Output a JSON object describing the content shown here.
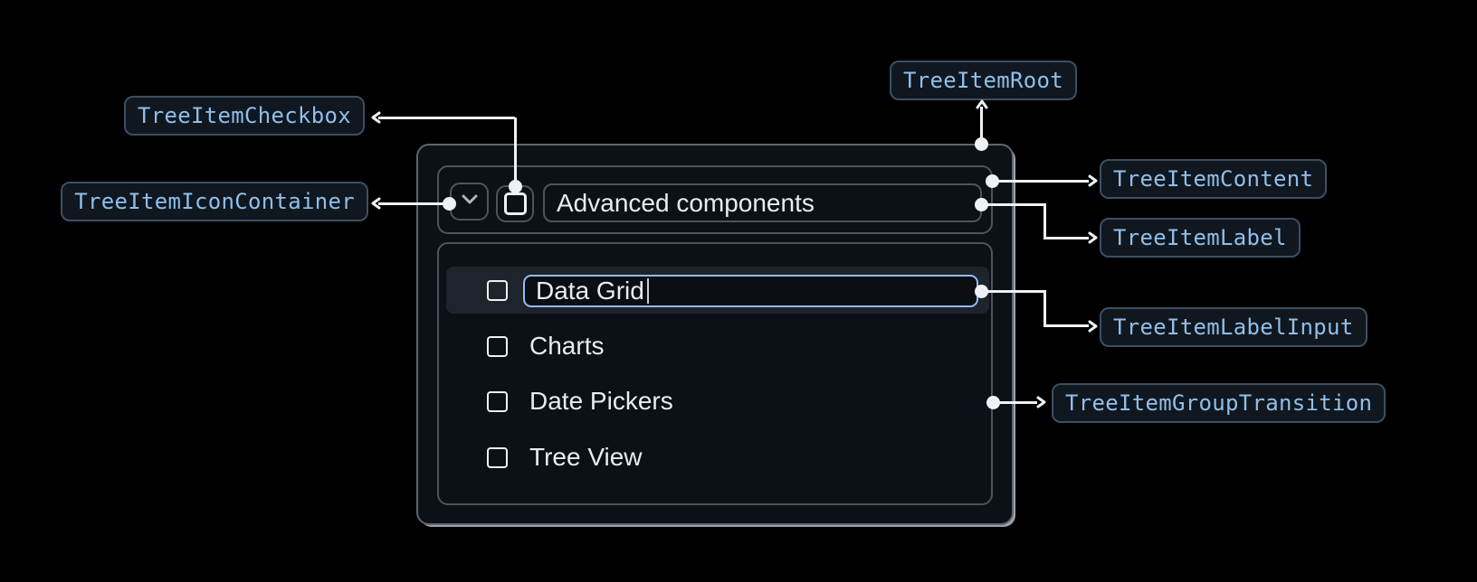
{
  "colors": {
    "background": "#000000",
    "panel_bg": "#0c1117",
    "panel_border": "#5d656e",
    "inner_border": "#4d545c",
    "row_highlight": "#1e242c",
    "input_border_accent": "#92bcf2",
    "chip_bg": "#10171f",
    "chip_border": "#3d4f60",
    "chip_text": "#8fbfeb",
    "connector": "#eef2f5",
    "text_primary": "#e9ecef"
  },
  "annotations": {
    "root": "TreeItemRoot",
    "checkbox": "TreeItemCheckbox",
    "icon_container": "TreeItemIconContainer",
    "content": "TreeItemContent",
    "label": "TreeItemLabel",
    "label_input": "TreeItemLabelInput",
    "group_transition": "TreeItemGroupTransition"
  },
  "tree": {
    "parent_item": {
      "label": "Advanced components",
      "expanded": true,
      "checkbox_checked": false,
      "icon": "chevron-down"
    },
    "children": [
      {
        "label": "Data Grid",
        "state": "editing",
        "input_value": "Data Grid",
        "checkbox_checked": false
      },
      {
        "label": "Charts",
        "checkbox_checked": false
      },
      {
        "label": "Date Pickers",
        "checkbox_checked": false
      },
      {
        "label": "Tree View",
        "checkbox_checked": false
      }
    ]
  }
}
